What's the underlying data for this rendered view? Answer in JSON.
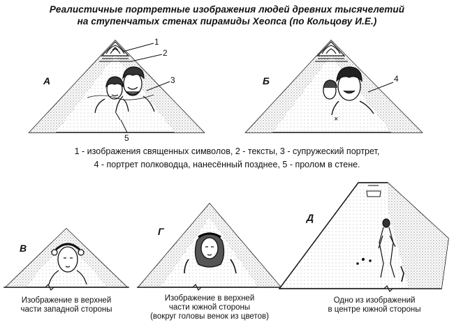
{
  "title": {
    "line1": "Реалистичные портретные изображения людей древних тысячелетий",
    "line2": "на ступенчатых стенах пирамиды Хеопса (по Кольцову И.Е.)"
  },
  "panels": {
    "a": "А",
    "b": "Б",
    "v": "В",
    "g": "Г",
    "d": "Д"
  },
  "callouts": {
    "n1": "1",
    "n2": "2",
    "n3": "3",
    "n4": "4",
    "n5": "5"
  },
  "legend": {
    "line1": "1 - изображения священных символов,  2 - тексты,  3 - супружеский портрет,",
    "line2": "4 - портрет полководца, нанесённый позднее, 5 - пролом в стене."
  },
  "captions": {
    "v_line1": "Изображение в верхней",
    "v_line2": "части западной стороны",
    "g_line1": "Изображение в верхней",
    "g_line2": "части южной стороны",
    "g_line3": "(вокруг головы венок из цветов)",
    "d_line1": "Одно из изображений",
    "d_line2": "в центре южной стороны"
  }
}
